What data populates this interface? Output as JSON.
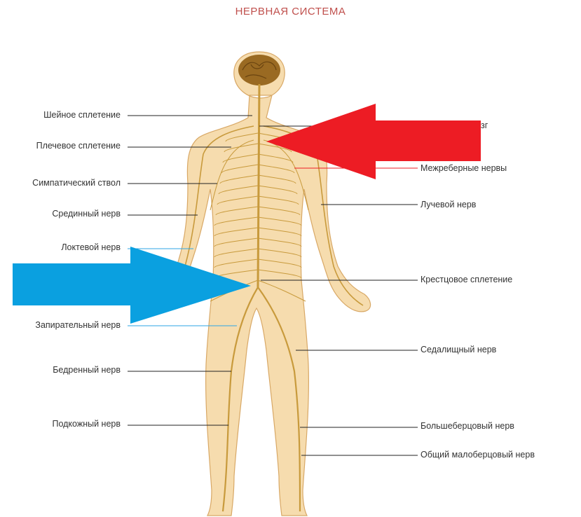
{
  "title": "НЕРВНАЯ СИСТЕМА",
  "colors": {
    "title": "#c0504d",
    "body_fill": "#f6dcae",
    "body_stroke": "#d8a866",
    "nerve": "#c89a3c",
    "brain": "#9a6a22",
    "leader": "#222222",
    "red_arrow": "#ed1c24",
    "blue_arrow": "#0aa0e0",
    "blue_leader": "#2ea6e6"
  },
  "labels_left": [
    "Шейное сплетение",
    "Плечевое сплетение",
    "Симпатический ствол",
    "Срединный нерв",
    "Локтевой нерв",
    "Запирательный нерв",
    "Бедренный нерв",
    "Подкожный нерв"
  ],
  "labels_right": [
    "зг",
    "Межреберные нервы",
    "Лучевой нерв",
    "Крестцовое сплетение",
    "Седалищный нерв",
    "Большеберцовый нерв",
    "Общий малоберцовый нерв"
  ],
  "arrows": [
    {
      "color": "red",
      "direction": "left",
      "icon": "red-arrow-icon"
    },
    {
      "color": "blue",
      "direction": "right",
      "icon": "blue-arrow-icon"
    }
  ]
}
